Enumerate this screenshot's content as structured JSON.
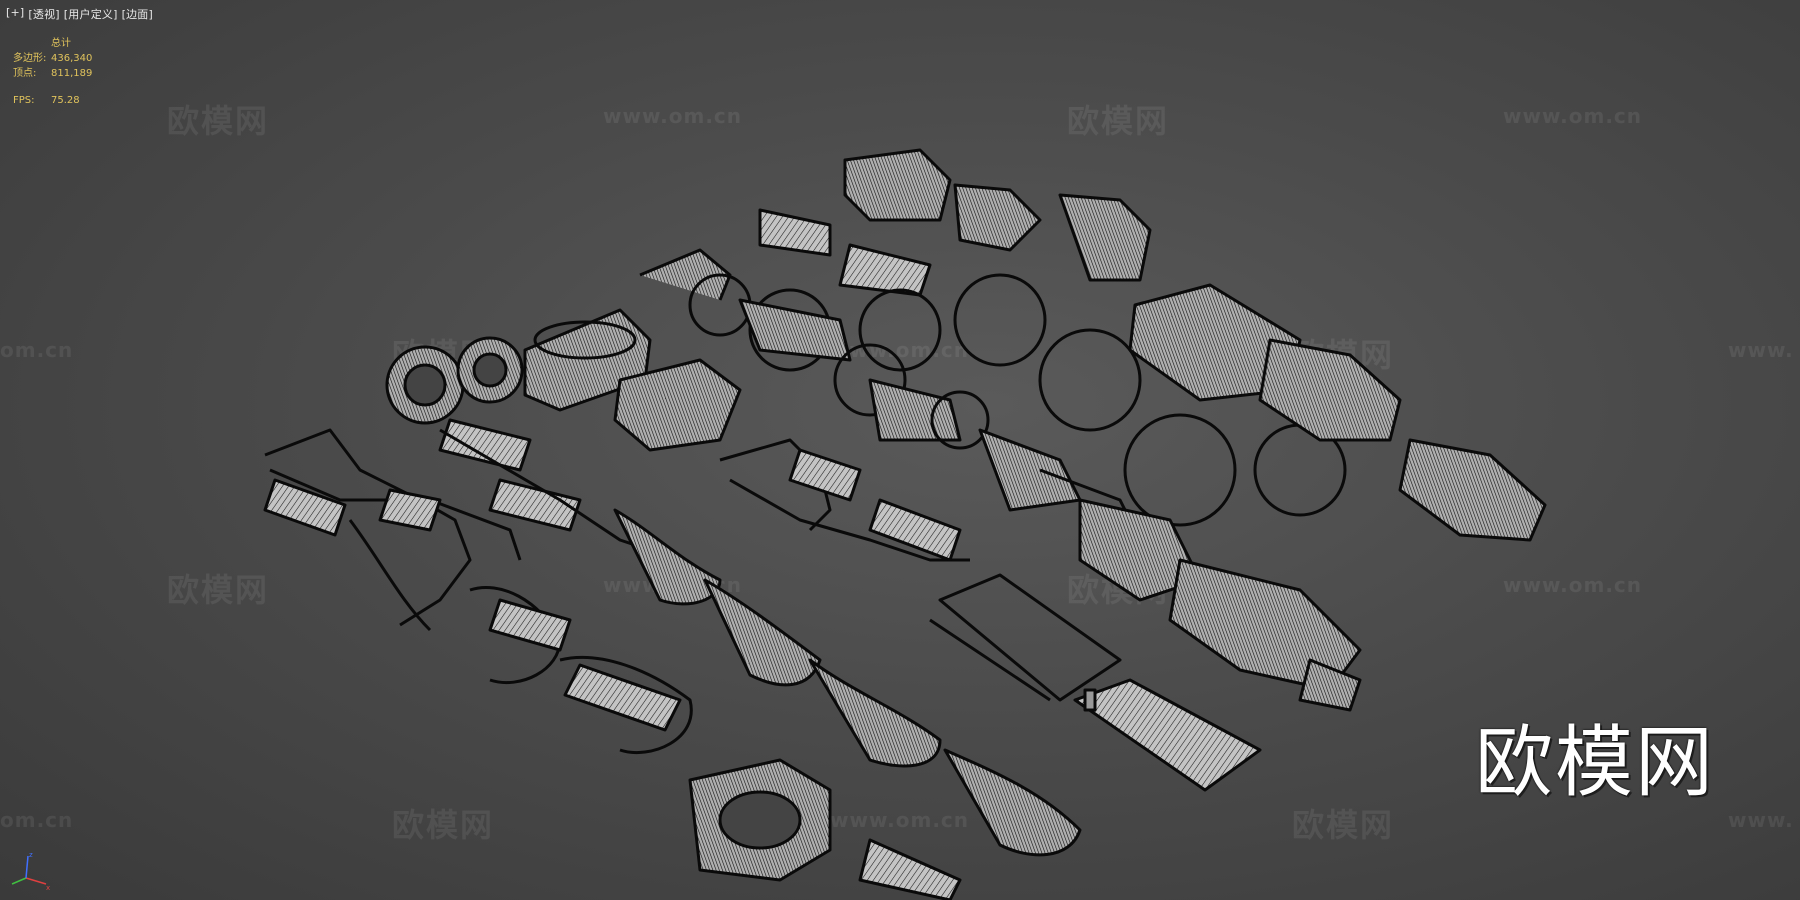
{
  "viewport": {
    "labels": [
      "[+]",
      "[透视]",
      "[用户定义]",
      "[边面]"
    ]
  },
  "stats": {
    "header": "总计",
    "polygons_label": "多边形:",
    "polygons_value": "436,340",
    "vertices_label": "顶点:",
    "vertices_value": "811,189",
    "fps_label": "FPS:",
    "fps_value": "75.28"
  },
  "watermark": {
    "cn": "欧模网",
    "url": "www.om.cn",
    "url_short": "om.cn",
    "url_partial": "www."
  },
  "brand_text": "欧模网",
  "colors": {
    "background": "#4b4b4b",
    "stats_text": "#e0c35c",
    "mesh_fill": "#c8c8c8",
    "mesh_wire": "#111111"
  }
}
